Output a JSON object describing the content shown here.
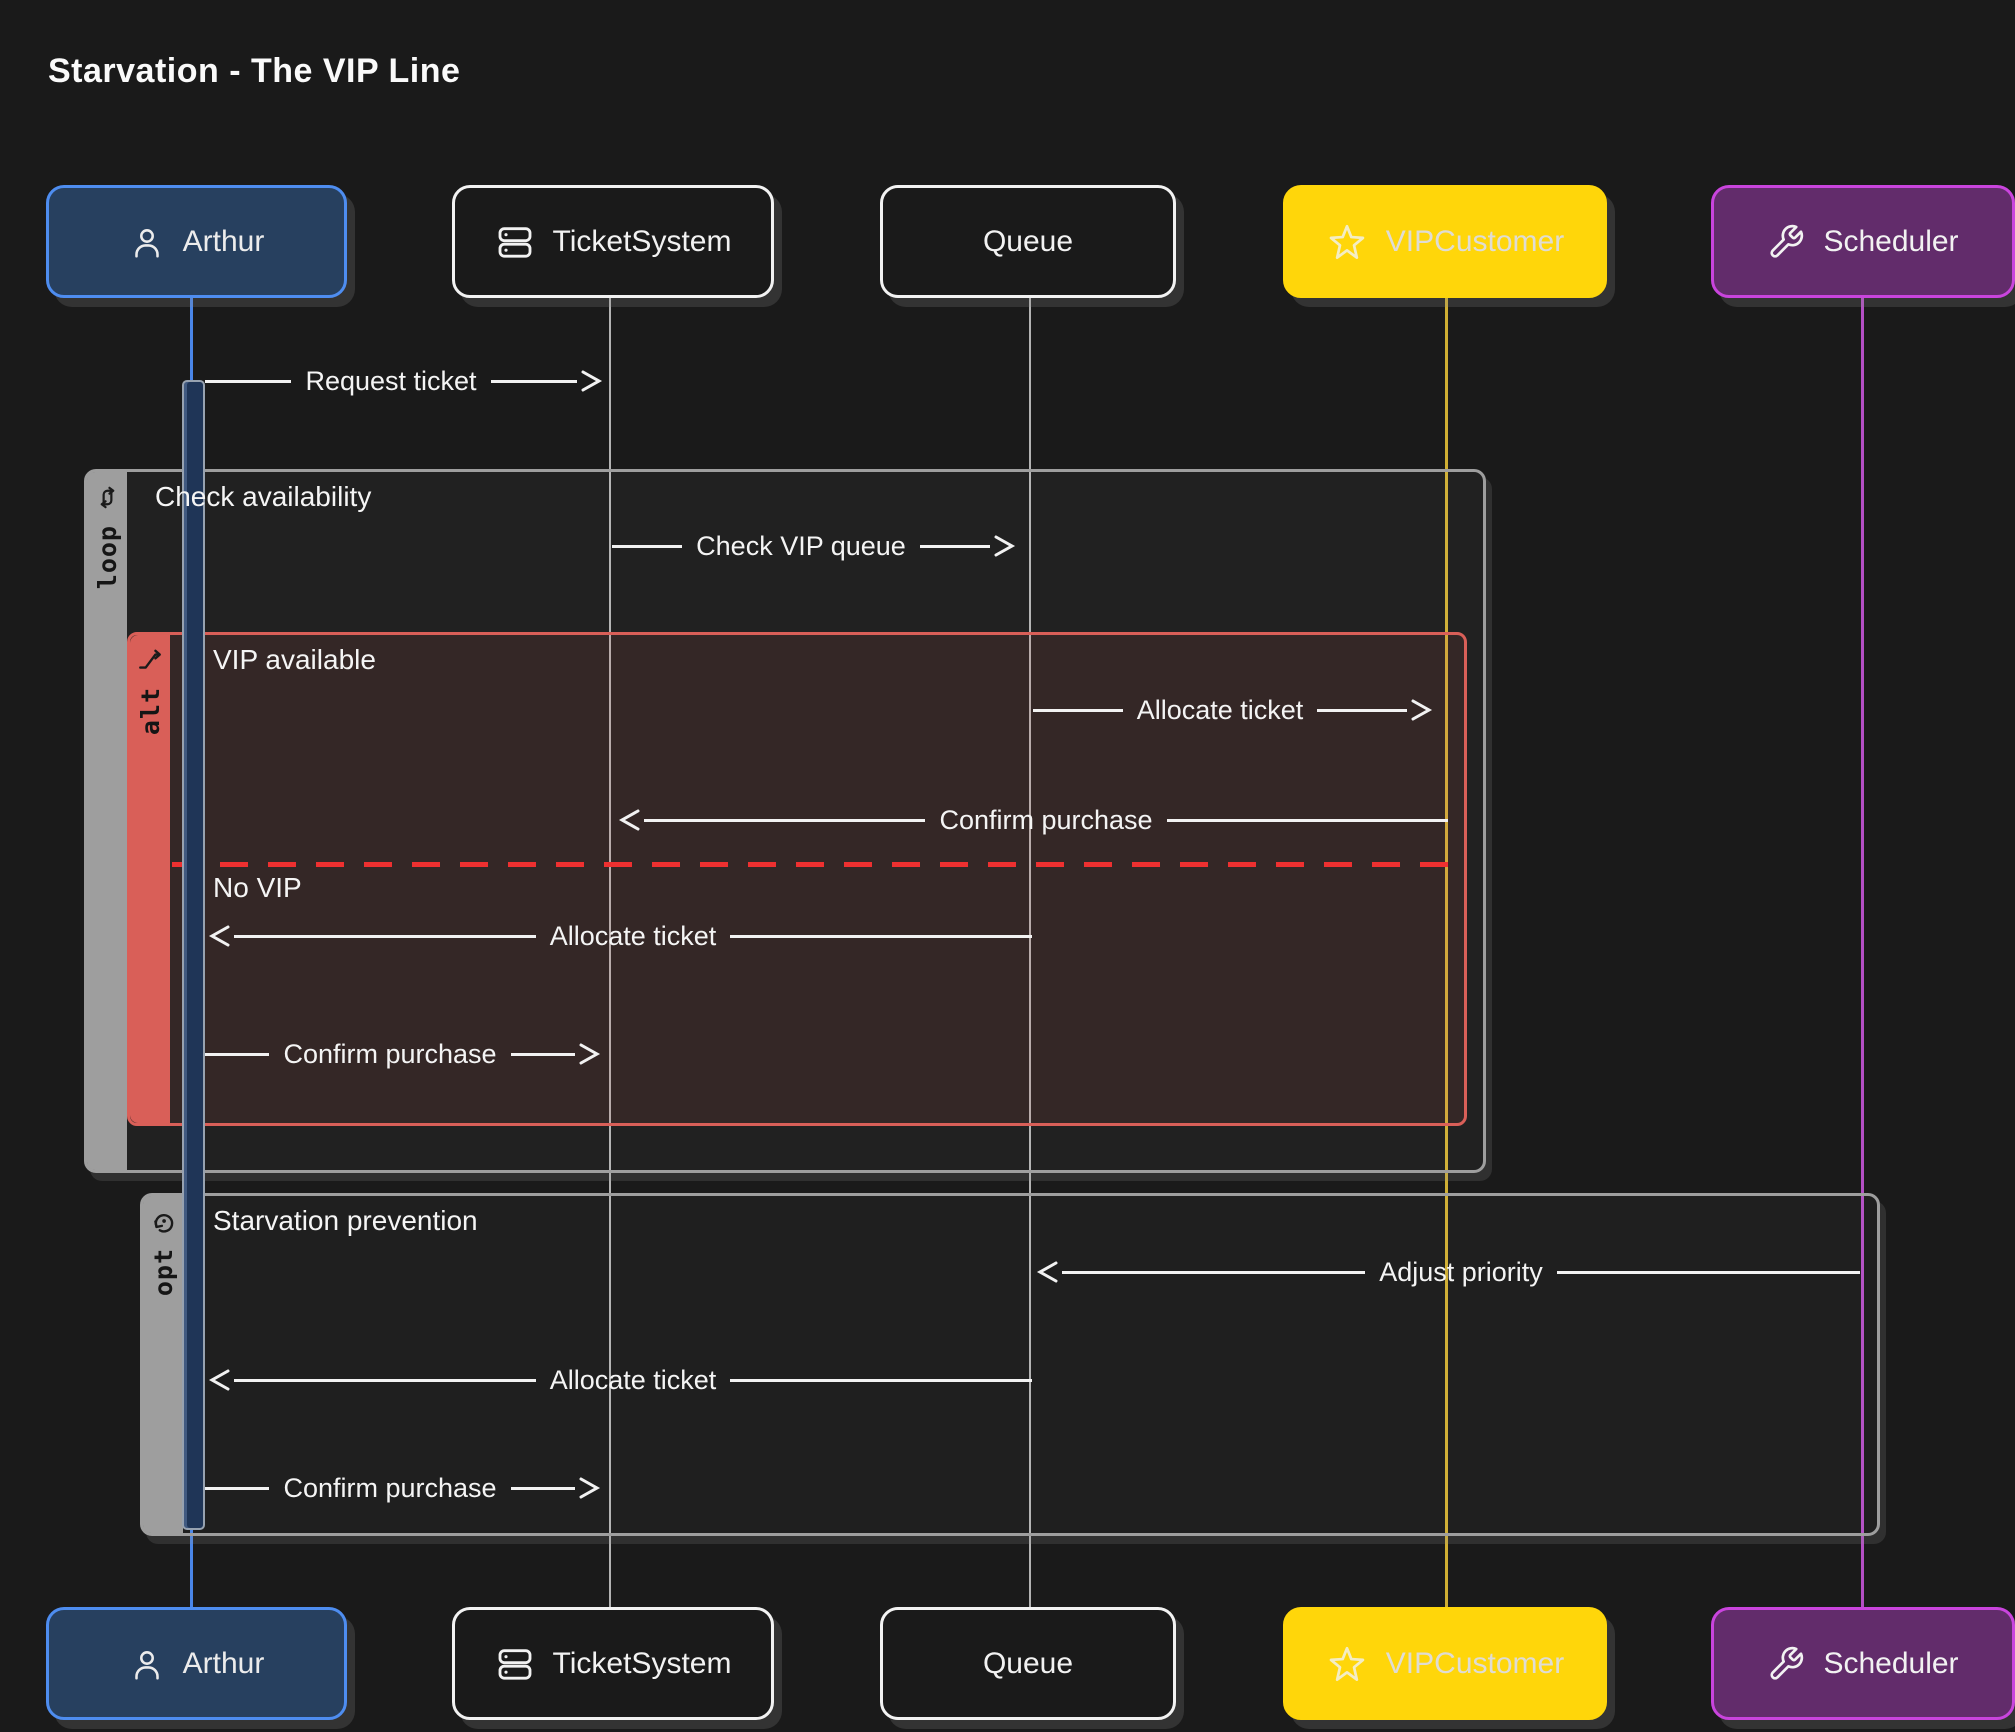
{
  "title": "Starvation - The VIP Line",
  "diagram": {
    "type": "sequence",
    "background_color": "#1a1a1a",
    "actors": [
      {
        "id": "arthur",
        "label": "Arthur",
        "icon": "person-icon",
        "fill": "#27405f",
        "border": "#4e8df0",
        "lifeline_color": "#4a86e8"
      },
      {
        "id": "ticketsystem",
        "label": "TicketSystem",
        "icon": "server-icon",
        "fill": "#1a1a1a",
        "border": "#f2f2f2",
        "lifeline_color": "#b3b3b3"
      },
      {
        "id": "queue",
        "label": "Queue",
        "icon": "none",
        "fill": "#1a1a1a",
        "border": "#f2f2f2",
        "lifeline_color": "#b3b3b3"
      },
      {
        "id": "vipcustomer",
        "label": "VIPCustomer",
        "icon": "star-icon",
        "fill": "#ffd60a",
        "border": "#ffd60a",
        "lifeline_color": "#cfae33"
      },
      {
        "id": "scheduler",
        "label": "Scheduler",
        "icon": "wrench-icon",
        "fill": "#622c6b",
        "border": "#c944dd",
        "lifeline_color": "#b44fc4"
      }
    ],
    "frames": [
      {
        "kind": "loop",
        "badge": "loop",
        "title": "Check availability",
        "color": "#9e9e9e"
      },
      {
        "kind": "alt",
        "badge": "alt",
        "title": "VIP available",
        "divider_label": "No VIP",
        "color": "#d95f58",
        "divider_color": "#ee3030"
      },
      {
        "kind": "opt",
        "badge": "opt",
        "title": "Starvation prevention",
        "color": "#9e9e9e"
      }
    ],
    "messages": [
      {
        "label": "Request ticket",
        "from": "Arthur",
        "to": "TicketSystem",
        "direction": "right"
      },
      {
        "label": "Check VIP queue",
        "from": "TicketSystem",
        "to": "Queue",
        "direction": "right"
      },
      {
        "label": "Allocate ticket",
        "from": "Queue",
        "to": "VIPCustomer",
        "direction": "right"
      },
      {
        "label": "Confirm purchase",
        "from": "VIPCustomer",
        "to": "TicketSystem",
        "direction": "left"
      },
      {
        "label": "Allocate ticket",
        "from": "Queue",
        "to": "Arthur",
        "direction": "left"
      },
      {
        "label": "Confirm purchase",
        "from": "Arthur",
        "to": "TicketSystem",
        "direction": "right"
      },
      {
        "label": "Adjust priority",
        "from": "Scheduler",
        "to": "Queue",
        "direction": "left"
      },
      {
        "label": "Allocate ticket",
        "from": "Queue",
        "to": "Arthur",
        "direction": "left"
      },
      {
        "label": "Confirm purchase",
        "from": "Arthur",
        "to": "TicketSystem",
        "direction": "right"
      }
    ],
    "activation": {
      "actor": "Arthur",
      "fill": "#1f3557",
      "border": "#97a2b0"
    }
  }
}
